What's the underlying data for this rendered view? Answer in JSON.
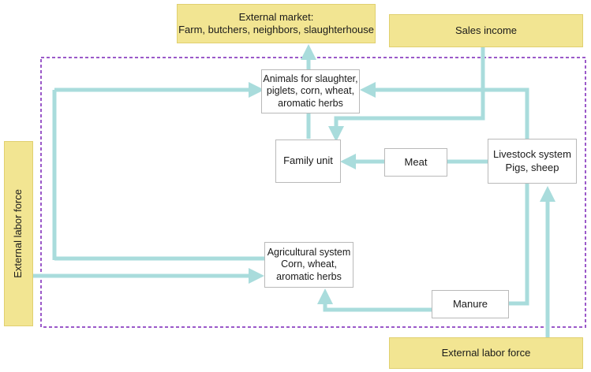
{
  "nodes": {
    "external_market": {
      "line1": "External market:",
      "line2": "Farm, butchers, neighbors, slaughterhouse"
    },
    "sales_income": {
      "label": "Sales income"
    },
    "animals": {
      "line1": "Animals for slaughter,",
      "line2": "piglets, corn, wheat,",
      "line3": "aromatic herbs"
    },
    "family_unit": {
      "label": "Family unit"
    },
    "meat": {
      "label": "Meat"
    },
    "livestock": {
      "line1": "Livestock system",
      "line2": "Pigs, sheep"
    },
    "agricultural": {
      "line1": "Agricultural system",
      "line2": "Corn, wheat,",
      "line3": "aromatic herbs"
    },
    "manure": {
      "label": "Manure"
    },
    "ext_labor_left": {
      "label": "External labor force"
    },
    "ext_labor_bottom": {
      "label": "External labor force"
    }
  },
  "colors": {
    "flow": "#a9dcdc",
    "box_fill": "#f2e592",
    "boundary": "#9b59c9"
  }
}
